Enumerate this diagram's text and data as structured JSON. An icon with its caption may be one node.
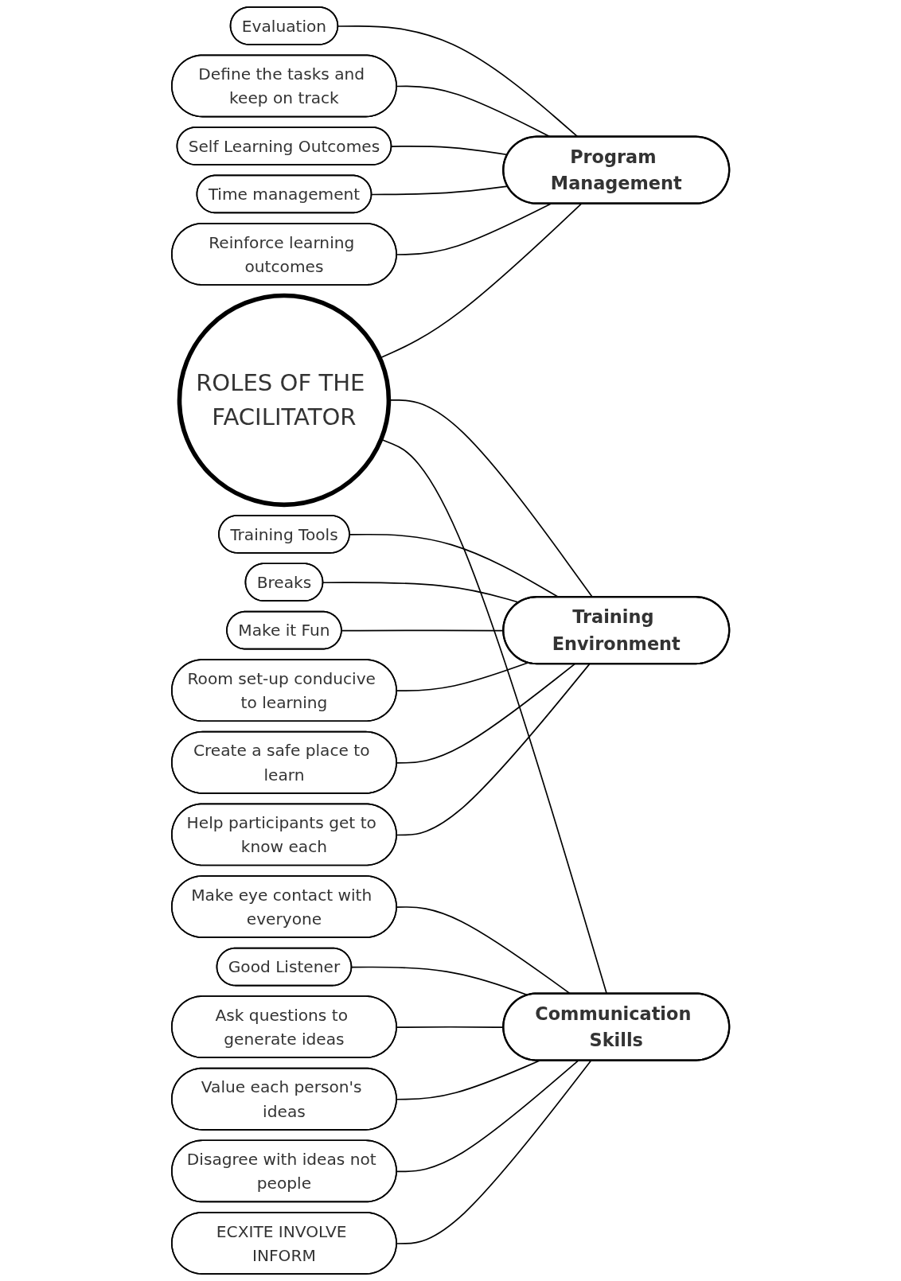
{
  "diagram": {
    "nodes": [
      {
        "text": [
          "ROLES OF THE FACILITATOR"
        ]
      },
      {
        "text": [
          "Program Management"
        ]
      },
      {
        "text": [
          "Training Environment"
        ]
      },
      {
        "text": [
          "Communication Skills"
        ]
      },
      {
        "text": [
          "Evaluation"
        ]
      },
      {
        "text": [
          "Define the tasks and keep on track"
        ]
      },
      {
        "text": [
          "Self Learning Outcomes"
        ]
      },
      {
        "text": [
          "Time management"
        ]
      },
      {
        "text": [
          "Reinforce learning outcomes"
        ]
      },
      {
        "text": [
          "Training Tools"
        ]
      },
      {
        "text": [
          "Breaks"
        ]
      },
      {
        "text": [
          "Make it Fun"
        ]
      },
      {
        "text": [
          "Room set-up conducive to learning"
        ]
      },
      {
        "text": [
          "Create a safe place to learn"
        ]
      },
      {
        "text": [
          "Help participants get to know each"
        ]
      },
      {
        "text": [
          "Make eye contact with everyone"
        ]
      },
      {
        "text": [
          "Good Listener"
        ]
      },
      {
        "text": [
          "Ask questions to generate ideas"
        ]
      },
      {
        "text": [
          "Value each person's ideas"
        ]
      },
      {
        "text": [
          "Disagree with ideas not people"
        ]
      },
      {
        "text": [
          "ECXITE INVOLVE INFORM"
        ]
      }
    ],
    "edges": [
      {
        "from": 0,
        "to": 1,
        "arrow": "none"
      },
      {
        "from": 0,
        "to": 2,
        "arrow": "none"
      },
      {
        "from": 0,
        "to": 3,
        "arrow": "none"
      },
      {
        "from": 4,
        "to": 1,
        "arrow": "none"
      },
      {
        "from": 5,
        "to": 1,
        "arrow": "none"
      },
      {
        "from": 6,
        "to": 1,
        "arrow": "none"
      },
      {
        "from": 7,
        "to": 1,
        "arrow": "none"
      },
      {
        "from": 8,
        "to": 1,
        "arrow": "none"
      },
      {
        "from": 9,
        "to": 2,
        "arrow": "none"
      },
      {
        "from": 10,
        "to": 2,
        "arrow": "none"
      },
      {
        "from": 11,
        "to": 2,
        "arrow": "none"
      },
      {
        "from": 12,
        "to": 2,
        "arrow": "none"
      },
      {
        "from": 13,
        "to": 2,
        "arrow": "none"
      },
      {
        "from": 14,
        "to": 2,
        "arrow": "none"
      },
      {
        "from": 15,
        "to": 3,
        "arrow": "none"
      },
      {
        "from": 16,
        "to": 3,
        "arrow": "none"
      },
      {
        "from": 17,
        "to": 3,
        "arrow": "none"
      },
      {
        "from": 18,
        "to": 3,
        "arrow": "none"
      },
      {
        "from": 19,
        "to": 3,
        "arrow": "none"
      },
      {
        "from": 20,
        "to": 3,
        "arrow": "none"
      }
    ]
  }
}
